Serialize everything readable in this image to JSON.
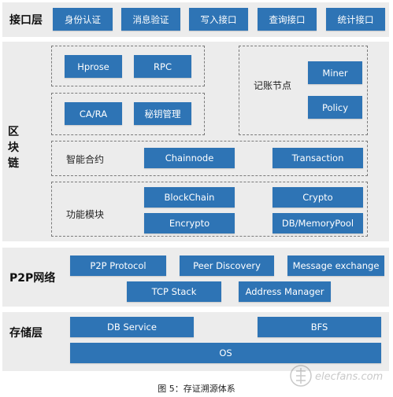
{
  "interface_layer": {
    "label": "接口层",
    "items": [
      "身份认证",
      "消息验证",
      "写入接口",
      "查询接口",
      "统计接口"
    ]
  },
  "blockchain_layer": {
    "label_chars": [
      "区",
      "块",
      "链"
    ],
    "group_protocols": [
      "Hprose",
      "RPC"
    ],
    "group_security": [
      "CA/RA",
      "秘钥管理"
    ],
    "accounting_node": {
      "label": "记账节点",
      "items": [
        "Miner",
        "Policy"
      ]
    },
    "smart_contract": {
      "label": "智能合约",
      "items": [
        "Chainnode",
        "Transaction"
      ]
    },
    "function_module": {
      "label": "功能模块",
      "items": [
        "BlockChain",
        "Crypto",
        "Encrypto",
        "DB/MemoryPool"
      ]
    }
  },
  "p2p_layer": {
    "label": "P2P网络",
    "row1": [
      "P2P  Protocol",
      "Peer  Discovery",
      "Message  exchange"
    ],
    "row2": [
      "TCP   Stack",
      "Address  Manager"
    ]
  },
  "storage_layer": {
    "label": "存储层",
    "row1": [
      "DB  Service",
      "BFS"
    ],
    "row2": [
      "OS"
    ]
  },
  "caption": "图 5：存证溯源体系",
  "watermark": "elecfans.com",
  "colors": {
    "box": "#2e74b5",
    "band": "#ececec",
    "dash": "#7a7a7a"
  }
}
